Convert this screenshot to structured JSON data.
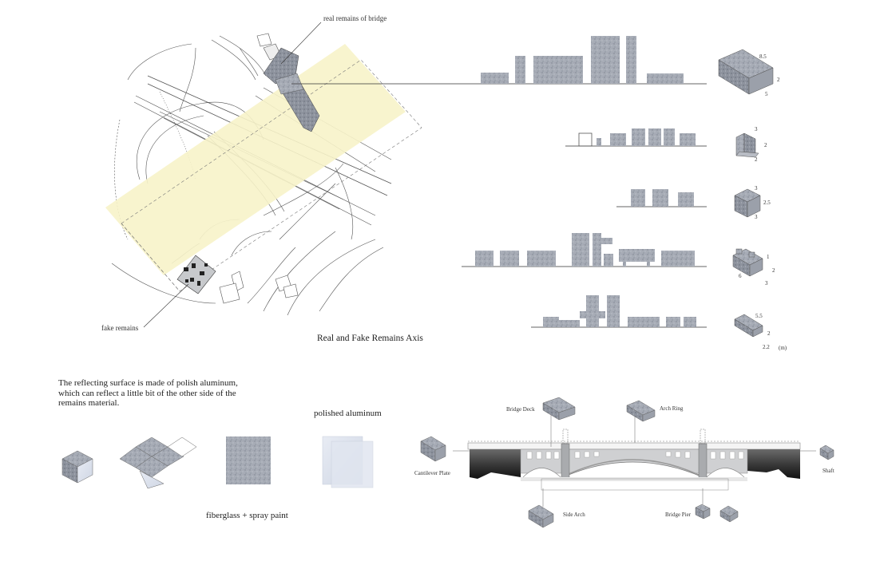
{
  "map": {
    "real_remains_label": "real remains of bridge",
    "fake_remains_label": "fake remains",
    "axis_caption": "Real and Fake Remains Axis"
  },
  "rows": [
    {
      "id": "row1",
      "dims": [
        "8.5",
        "2",
        "5"
      ]
    },
    {
      "id": "row2",
      "dims": [
        "3",
        "2",
        "2"
      ]
    },
    {
      "id": "row3",
      "dims": [
        "3",
        "2.5",
        "3"
      ]
    },
    {
      "id": "row4",
      "dims": [
        "1",
        "2",
        "6",
        "3"
      ]
    },
    {
      "id": "row5",
      "dims": [
        "5.5",
        "2",
        "2.2",
        "(m)"
      ]
    }
  ],
  "materials": {
    "description": "The reflecting surface is made of polish aluminum, which can reflect a little bit of the other side of the remains material.",
    "aluminum_label": "polished aluminum",
    "fiberglass_label": "fiberglass  +  spray paint"
  },
  "bridge": {
    "labels": {
      "deck": "Bridge Deck",
      "arch_ring": "Arch Ring",
      "cantilever": "Cantilever Plate",
      "shaft": "Shaft",
      "side_arch": "Side Arch",
      "pier": "Bridge Pier"
    }
  },
  "colors": {
    "axis_band": "#f7f3c9",
    "concrete": "#9aa0ab",
    "aluminum": "#dde3ef",
    "line": "#333333"
  }
}
